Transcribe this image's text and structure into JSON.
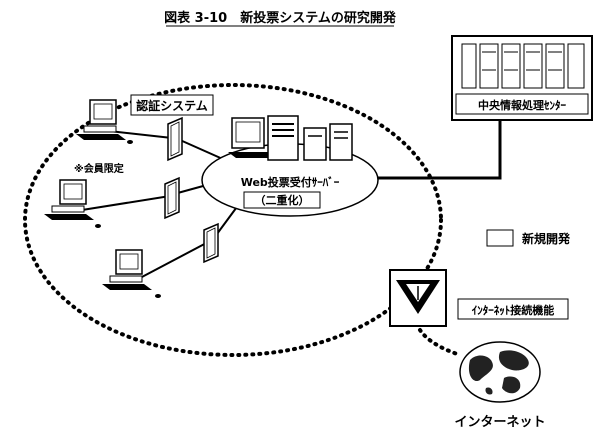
{
  "figure": {
    "title": "図表 3-10　新投票システムの研究開発"
  },
  "nodes": {
    "auth_system": "認証システム",
    "members_only": "※会員限定",
    "web_server": "Web投票受付ｻｰﾊﾞｰ",
    "duplexed": "（二重化）",
    "central_center": "中央情報処理ｾﾝﾀｰ",
    "internet_connection": "ｲﾝﾀｰﾈｯﾄ接続機能",
    "internet": "インターネット"
  },
  "legend": {
    "new_development": "新規開発"
  },
  "colors": {
    "line": "#000000",
    "background": "#ffffff"
  }
}
